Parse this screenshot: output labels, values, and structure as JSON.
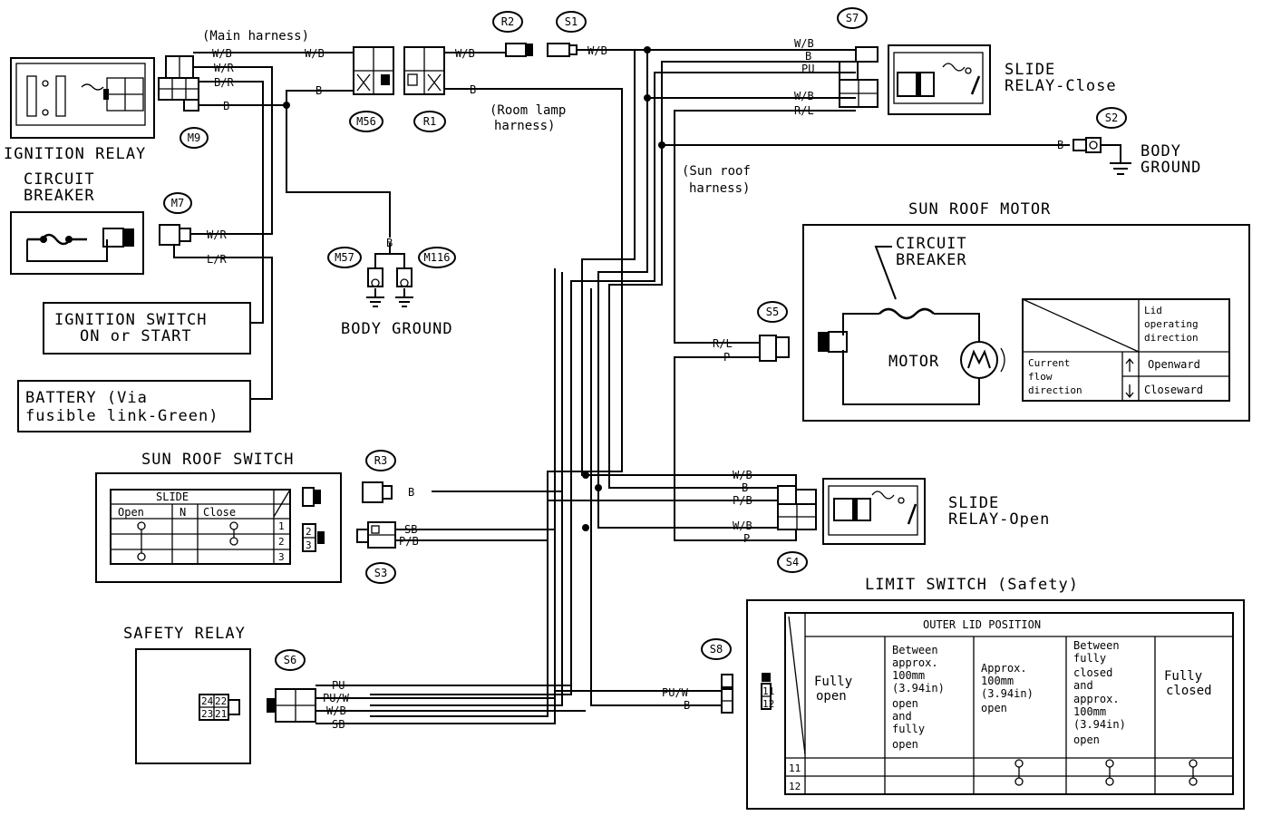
{
  "harness": {
    "main": "(Main harness)",
    "room_lamp_1": "(Room lamp",
    "room_lamp_2": "harness)",
    "sun_roof_1": "(Sun roof",
    "sun_roof_2": "harness)"
  },
  "components": {
    "ignition_relay": "IGNITION RELAY",
    "circuit_breaker_1": "CIRCUIT",
    "circuit_breaker_2": "BREAKER",
    "ign_switch_1": "IGNITION SWITCH",
    "ign_switch_2": "ON or START",
    "battery_1": "BATTERY (Via",
    "battery_2": "fusible link-Green)",
    "body_ground_center": "BODY GROUND",
    "body_ground_right_1": "BODY",
    "body_ground_right_2": "GROUND",
    "slide_relay_close_1": "SLIDE",
    "slide_relay_close_2": "RELAY-Close",
    "slide_relay_open_1": "SLIDE",
    "slide_relay_open_2": "RELAY-Open",
    "sun_roof_motor": "SUN ROOF MOTOR",
    "motor_cb_1": "CIRCUIT",
    "motor_cb_2": "BREAKER",
    "motor": "MOTOR",
    "sun_roof_switch": "SUN ROOF SWITCH",
    "safety_relay": "SAFETY RELAY",
    "limit_switch": "LIMIT SWITCH (Safety)"
  },
  "connectors": {
    "m9": "M9",
    "m7": "M7",
    "m56": "M56",
    "r1": "R1",
    "r2": "R2",
    "s1": "S1",
    "s7": "S7",
    "s2": "S2",
    "m57": "M57",
    "m116": "M116",
    "s5": "S5",
    "r3": "R3",
    "s3": "S3",
    "s4": "S4",
    "s6": "S6",
    "s8": "S8"
  },
  "wires": {
    "wb": "W/B",
    "wr": "W/R",
    "br": "B/R",
    "b": "B",
    "lr": "L/R",
    "pu": "PU",
    "rl": "R/L",
    "p": "P",
    "pb": "P/B",
    "sb": "SB",
    "puw": "PU/W"
  },
  "motor_table": {
    "lid_1": "Lid",
    "lid_2": "operating",
    "lid_3": "direction",
    "cur_1": "Current",
    "cur_2": "flow",
    "cur_3": "direction",
    "openward": "Openward",
    "closeward": "Closeward"
  },
  "switch_table": {
    "slide": "SLIDE",
    "open": "Open",
    "n": "N",
    "close": "Close",
    "rows": [
      "1",
      "2",
      "3"
    ],
    "pins": [
      "2",
      "3"
    ]
  },
  "safety_pins": [
    "24",
    "22",
    "23",
    "21"
  ],
  "s8_pins": [
    "11",
    "12"
  ],
  "limit_table": {
    "header": "OUTER LID POSITION",
    "col1": [
      "Fully",
      "open"
    ],
    "col2": [
      "Between",
      "approx.",
      "100mm",
      "(3.94in)",
      "open",
      "and",
      "fully",
      "open"
    ],
    "col3": [
      "Approx.",
      "100mm",
      "(3.94in)",
      "open"
    ],
    "col4": [
      "Between",
      "fully",
      "closed",
      "and",
      "approx.",
      "100mm",
      "(3.94in)",
      "open"
    ],
    "col5": [
      "Fully",
      "closed"
    ],
    "rows": [
      "11",
      "12"
    ]
  }
}
